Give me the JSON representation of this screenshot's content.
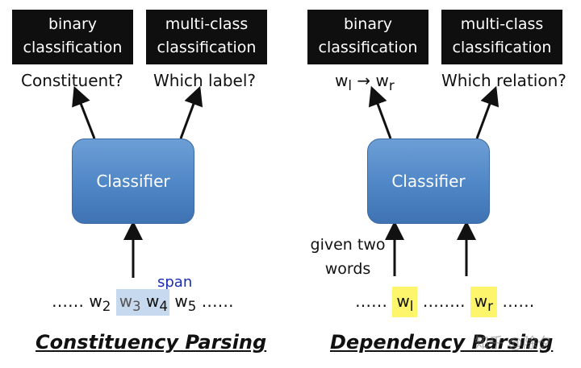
{
  "left": {
    "binary_task": [
      "binary",
      "classification"
    ],
    "multiclass_task": [
      "multi-class",
      "classification"
    ],
    "binary_question": "Constituent?",
    "multiclass_question": "Which label?",
    "classifier": "Classifier",
    "span_label": "span",
    "sequence": {
      "prefix": "…… w",
      "w2_sub": "2",
      "w3": "w",
      "w3_sub": "3",
      "w4": "w",
      "w4_sub": "4",
      "w5": "w",
      "w5_sub": "5",
      "suffix": "……"
    },
    "title": "Constituency Parsing"
  },
  "right": {
    "binary_task": [
      "binary",
      "classification"
    ],
    "multiclass_task": [
      "multi-class",
      "classification"
    ],
    "binary_question_parts": {
      "wl": "w",
      "wl_sub": "l",
      "arrow": "→",
      "wr": "w",
      "wr_sub": "r"
    },
    "multiclass_question": "Which relation?",
    "classifier": "Classifier",
    "given_label": [
      "given two",
      "words"
    ],
    "sequence": {
      "prefix": "……",
      "wl": "w",
      "wl_sub": "l",
      "middle": "……..",
      "wr": "w",
      "wr_sub": "r",
      "suffix": "……"
    },
    "title": "Dependency Parsing"
  },
  "watermark": "知乎 @除夕",
  "colors": {
    "classifier": "#4f86c6",
    "span_highlight": "#c7d9ee",
    "word_highlight": "#fdf56b",
    "span_text": "#1a2bb5"
  }
}
